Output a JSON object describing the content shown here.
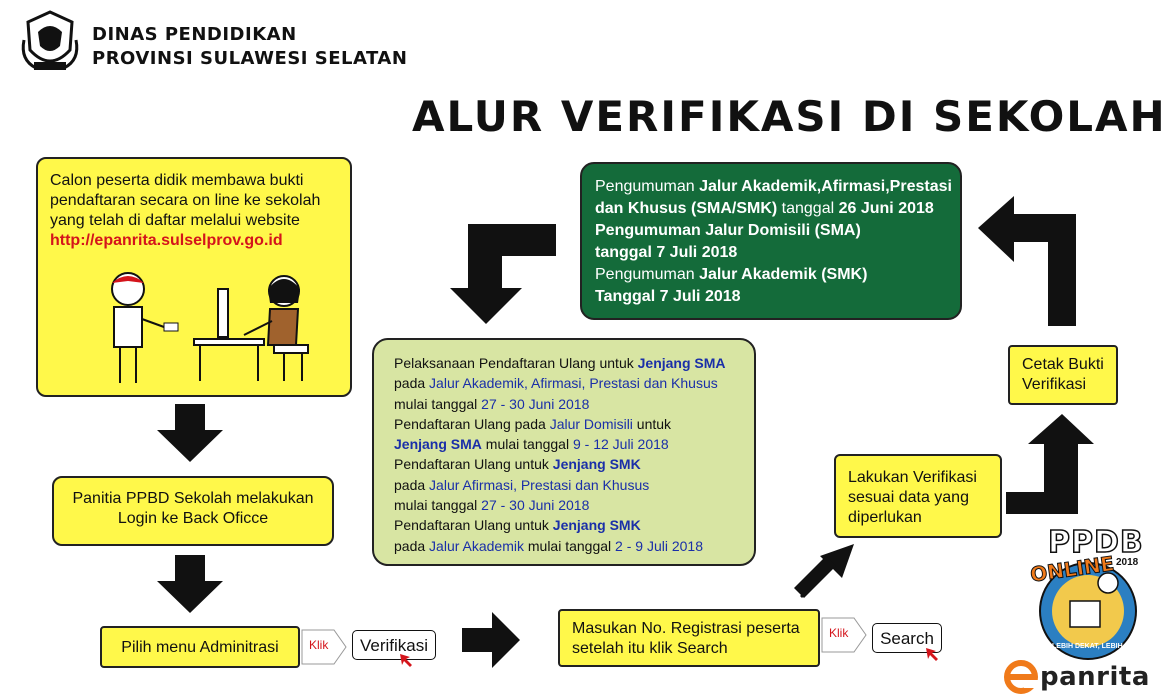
{
  "header": {
    "agency_line1": "DINAS PENDIDIKAN",
    "agency_line2": "PROVINSI SULAWESI SELATAN",
    "title": "ALUR VERIFIKASI DI SEKOLAH"
  },
  "steps": {
    "step1": {
      "line1": "Calon peserta didik membawa bukti",
      "line2": "pendaftaran secara on line ke sekolah",
      "line3": "yang telah di daftar melalui website",
      "url": "http://epanrita.sulselprov.go.id"
    },
    "step2": {
      "line1": "Panitia PPBD Sekolah melakukan",
      "line2": "Login ke Back Oficce"
    },
    "step3": {
      "text": "Pilih menu Adminitrasi",
      "klik": "Klik",
      "button": "Verifikasi"
    },
    "step4": {
      "line1": "Masukan No. Registrasi peserta",
      "line2": "setelah itu klik Search",
      "klik": "Klik",
      "button": "Search"
    },
    "step5": {
      "line1": "Lakukan Verifikasi",
      "line2": "sesuai data yang",
      "line3": "diperlukan"
    },
    "step6": {
      "line1": "Cetak Bukti",
      "line2": "Verifikasi"
    }
  },
  "announcement": {
    "l1a": "Pengumuman ",
    "l1b": "Jalur Akademik,Afirmasi,Prestasi",
    "l2a": "dan Khusus (SMA/SMK)",
    "l2b": " tanggal ",
    "l2c": "26 Juni 2018",
    "l3": "Pengumuman Jalur Domisili (SMA)",
    "l4": "tanggal 7 Juli 2018",
    "l5a": "Pengumuman ",
    "l5b": "Jalur Akademik (SMK)",
    "l6": "Tanggal 7 Juli 2018"
  },
  "reregistration": {
    "r1a": "Pelaksanaan Pendaftaran Ulang untuk ",
    "r1b": "Jenjang SMA",
    "r2a": "pada ",
    "r2b": "Jalur Akademik, Afirmasi, Prestasi dan Khusus",
    "r3a": "mulai tanggal ",
    "r3b": "27 - 30 Juni 2018",
    "r4a": "Pendaftaran Ulang pada ",
    "r4b": "Jalur Domisili",
    "r4c": " untuk",
    "r5a": "Jenjang SMA",
    "r5b": " mulai tanggal ",
    "r5c": "9 - 12 Juli 2018",
    "r6a": "Pendaftaran Ulang untuk ",
    "r6b": "Jenjang SMK",
    "r7a": "pada ",
    "r7b": "Jalur Afirmasi, Prestasi dan Khusus",
    "r8a": "mulai tanggal ",
    "r8b": "27 - 30 Juni 2018",
    "r9a": "Pendaftaran Ulang untuk ",
    "r9b": "Jenjang SMK",
    "r10a": "pada ",
    "r10b": "Jalur Akademik",
    "r10c": " mulai tanggal ",
    "r10d": "2 - 9 Juli 2018"
  },
  "badge": {
    "ppdb": "PPDB",
    "online": "ONLINE",
    "year": "2018",
    "slogan": "LEBIH DEKAT, LEBIH BAIK"
  },
  "brand": {
    "name": "panrita"
  },
  "colors": {
    "yellow": "#fff84a",
    "dark_green": "#146b3a",
    "light_green": "#d8e5a3",
    "red": "#d4141b",
    "blue": "#1a2fa8",
    "orange": "#f07a1a"
  }
}
